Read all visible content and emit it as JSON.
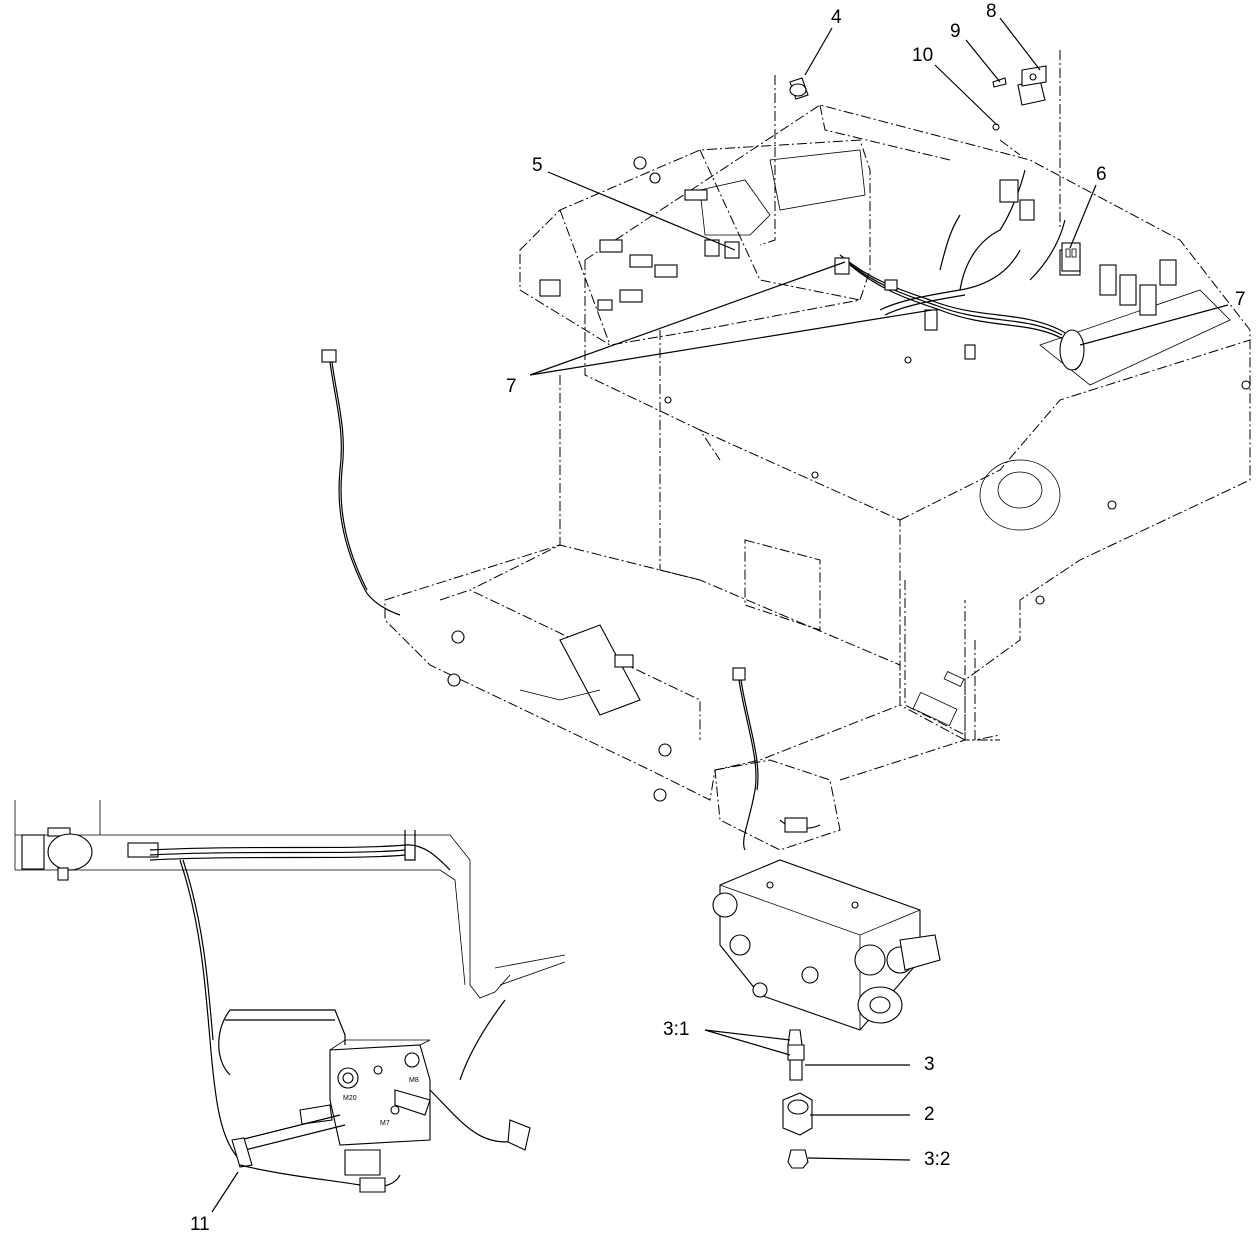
{
  "callouts": {
    "c4": "4",
    "c5": "5",
    "c6": "6",
    "c7_right": "7",
    "c7_left": "7",
    "c8": "8",
    "c9": "9",
    "c10": "10",
    "c3_1": "3:1",
    "c3": "3",
    "c2": "2",
    "c3_2": "3:2",
    "c11": "11"
  },
  "valve_marks": {
    "m20": "M20",
    "m8": "M8",
    "m7": "M7"
  }
}
